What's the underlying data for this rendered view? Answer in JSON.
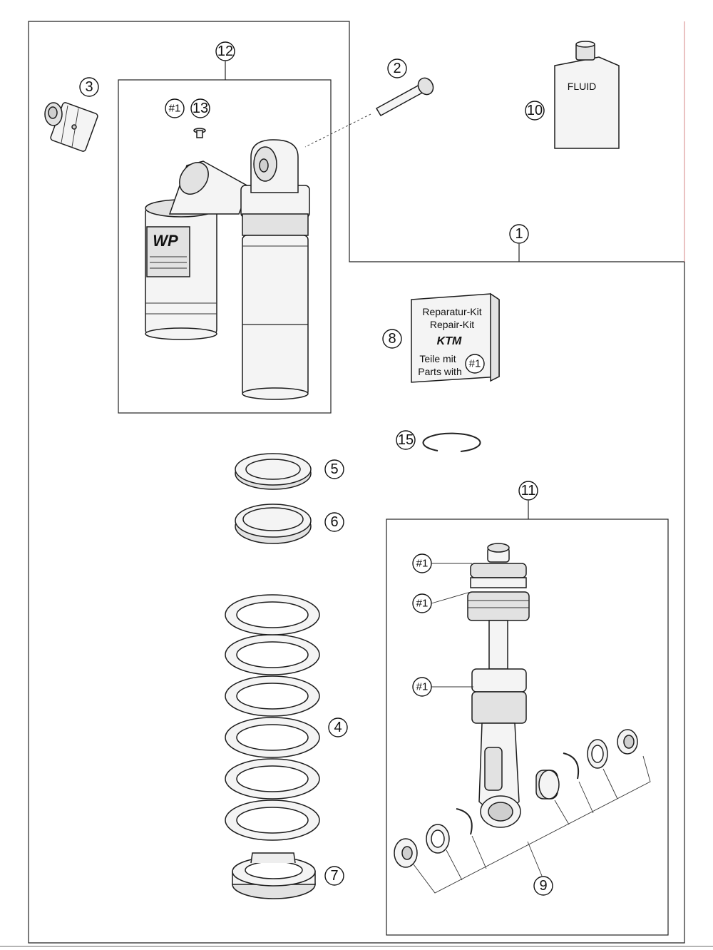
{
  "callouts": {
    "c1": "1",
    "c2": "2",
    "c3": "3",
    "c4": "4",
    "c5": "5",
    "c6": "6",
    "c7": "7",
    "c8": "8",
    "c9": "9",
    "c10": "10",
    "c11": "11",
    "c12": "12",
    "c13": "13",
    "c15": "15"
  },
  "marker": "#1",
  "fluid_label": "FLUID",
  "repair_kit": {
    "line1": "Reparatur-Kit",
    "line2": "Repair-Kit",
    "logo": "KTM",
    "line3": "Teile mit",
    "line4": "Parts with",
    "marker": "#1"
  },
  "brand_label": "WP"
}
